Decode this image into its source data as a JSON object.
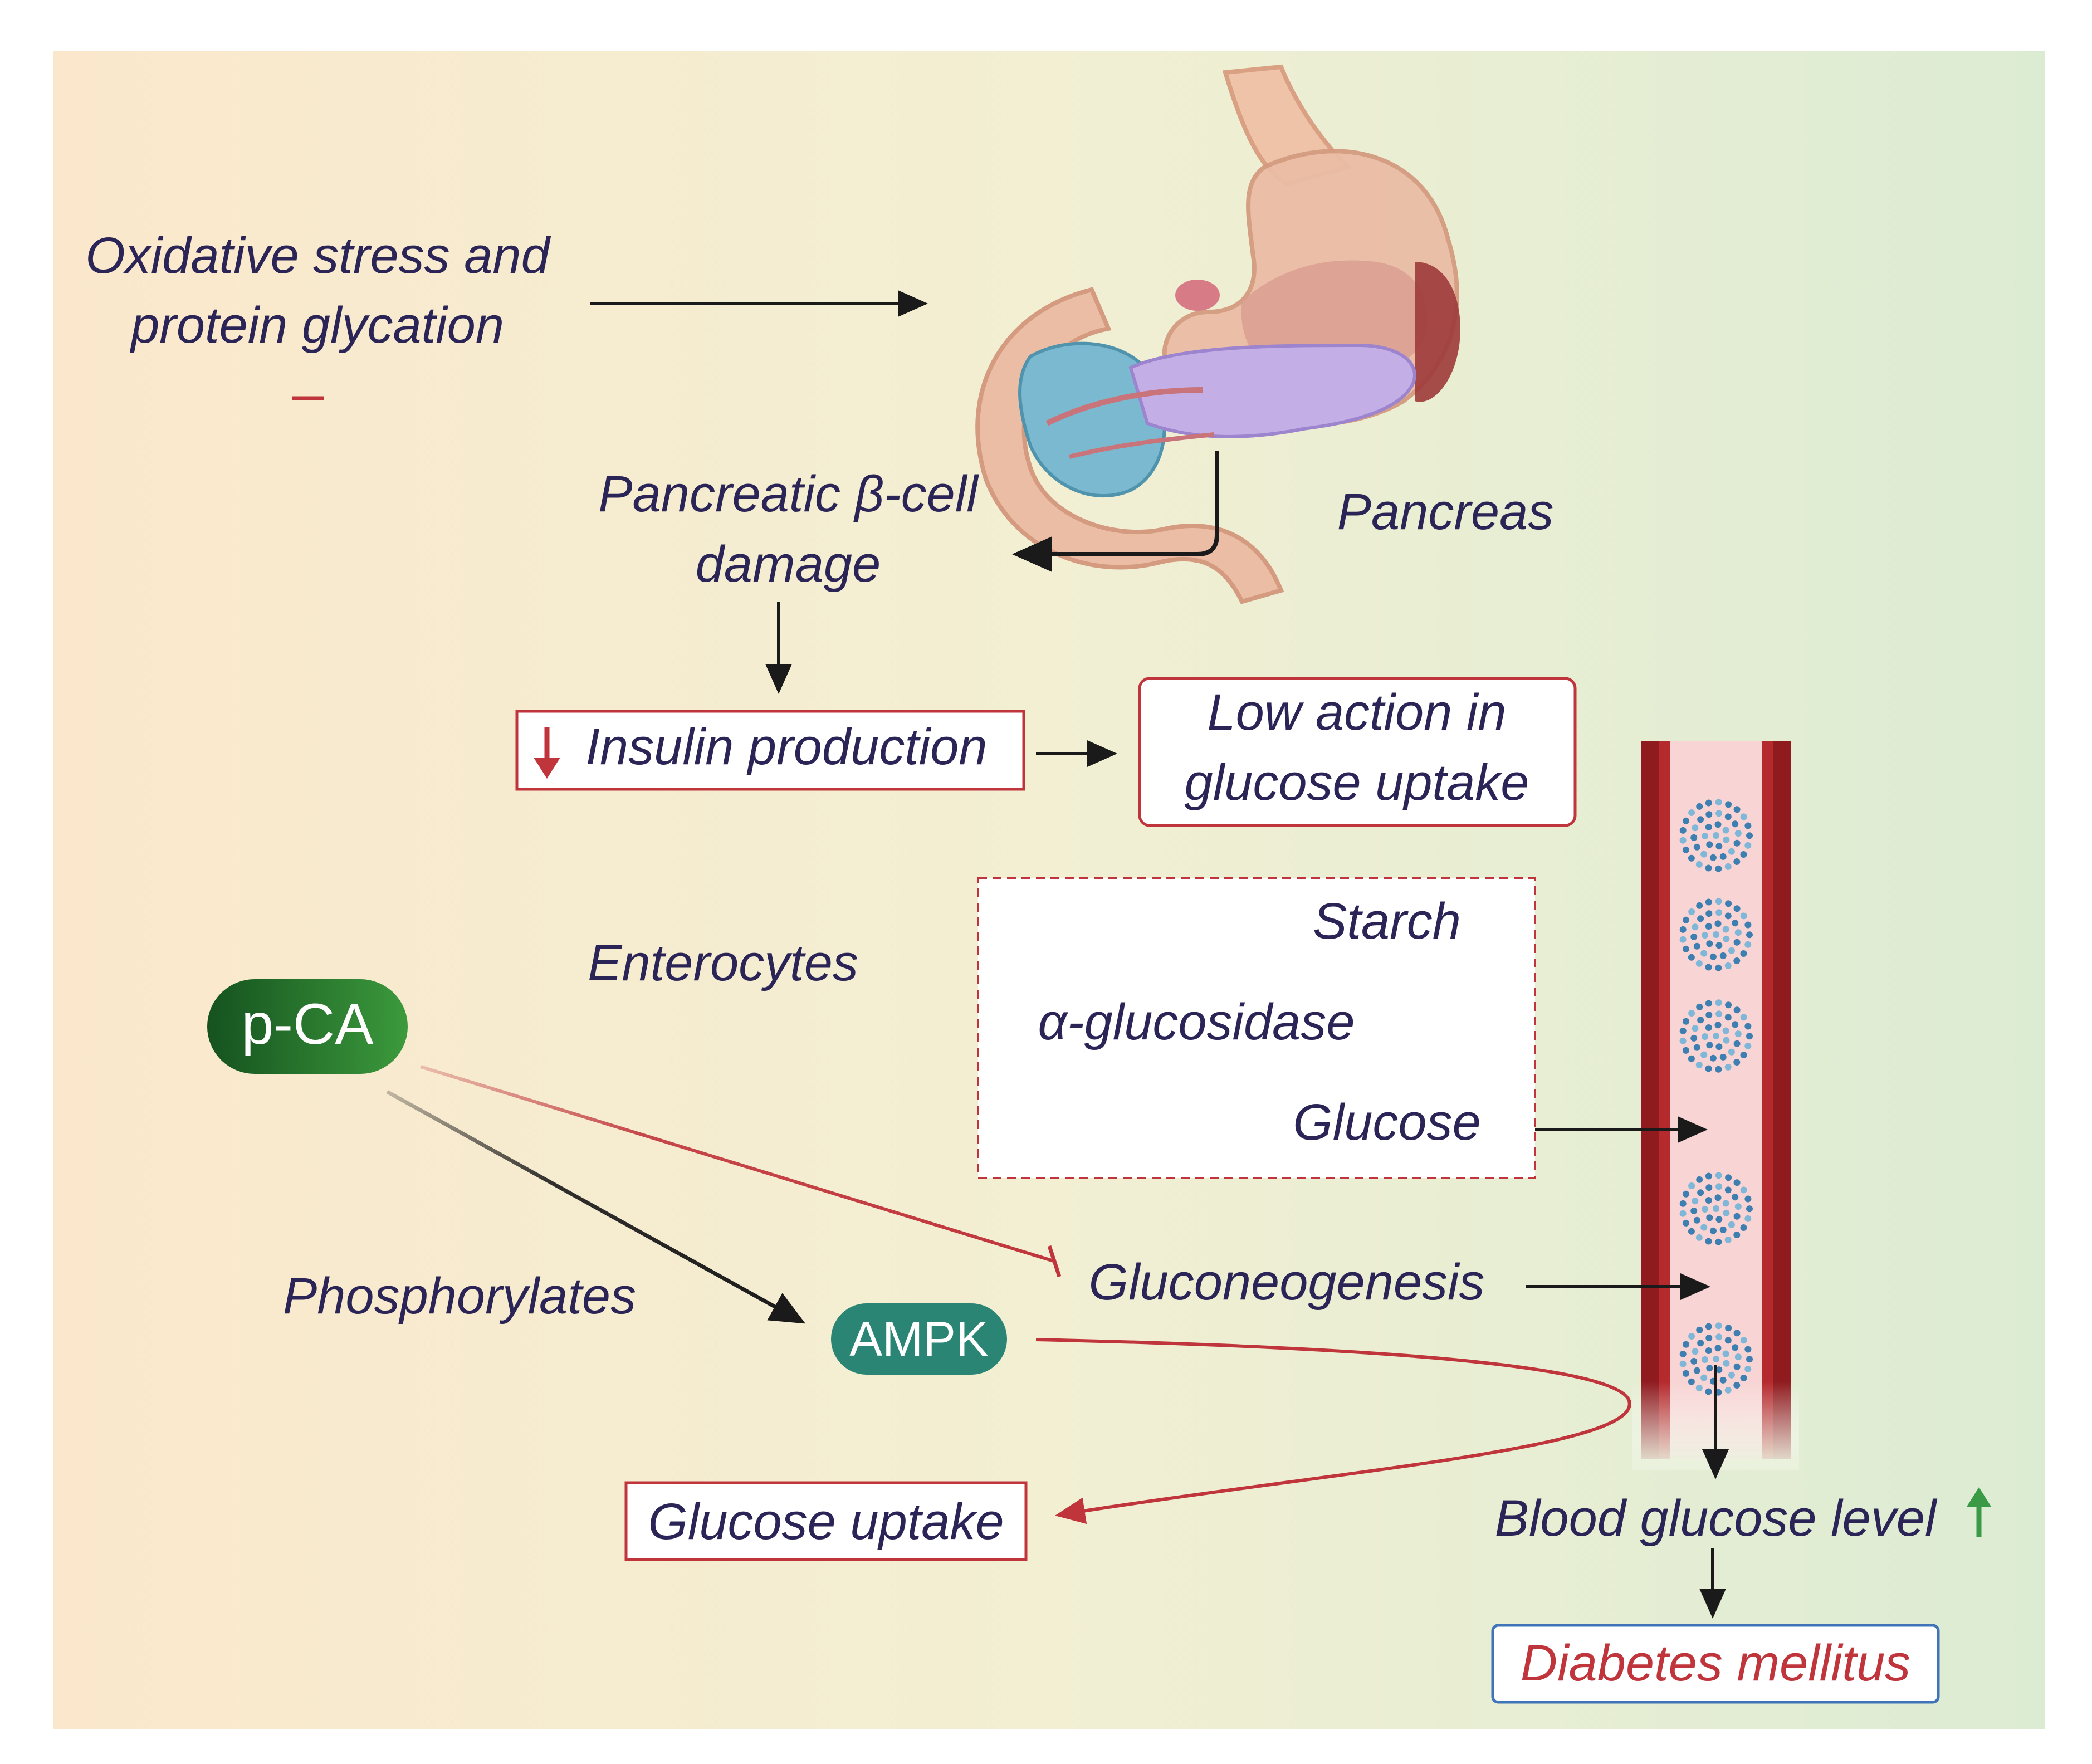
{
  "colors": {
    "label_text": "#2b2456",
    "inhibit_red": "#c0353b",
    "box_border": "#c0353b",
    "diabetes_box_border": "#3f74b8",
    "diabetes_text": "#c0353b",
    "pca_green": "#1f6d2c",
    "ampk_teal": "#2a8574",
    "increase_arrow_green": "#3a9a45",
    "bg_left": "#fbe8cc",
    "bg_right": "#dcecd3"
  },
  "labels": {
    "oxidative_line1": "Oxidative stress and",
    "oxidative_line2": "protein glycation",
    "pancreas": "Pancreas",
    "beta_cell_line1": "Pancreatic β-cell",
    "beta_cell_line2": "damage",
    "insulin_production": "Insulin production",
    "low_action_line1": "Low action in",
    "low_action_line2": "glucose uptake",
    "enterocytes": "Enterocytes",
    "starch": "Starch",
    "alpha_glucosidase": "α-glucosidase",
    "glucose": "Glucose",
    "gluconeogenesis": "Gluconeogenesis",
    "phosphorylates": "Phosphorylates",
    "glucose_uptake": "Glucose uptake",
    "blood_glucose_level": "Blood glucose level",
    "diabetes_mellitus": "Diabetes mellitus"
  },
  "nodes": {
    "pca": "p-CA",
    "ampk": "AMPK"
  },
  "icons": {
    "organ": "stomach-pancreas-illustration",
    "vessel": "blood-vessel-illustration",
    "decrease": "down-arrow-icon",
    "increase": "up-arrow-icon"
  }
}
